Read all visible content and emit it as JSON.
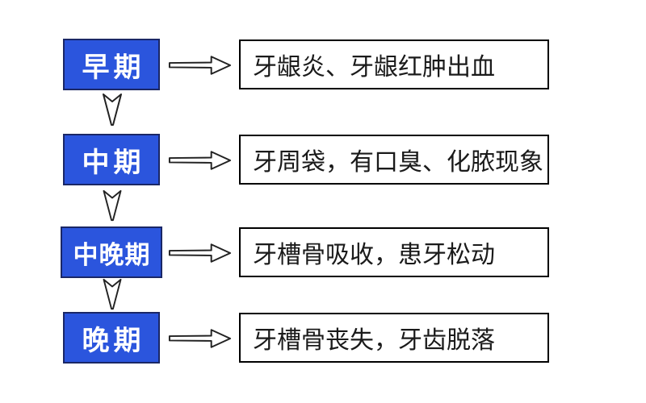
{
  "colors": {
    "background": "#ffffff",
    "stage_bg": "#2b55dd",
    "stage_border": "#1a2766",
    "stage_text": "#ffffff",
    "desc_bg": "#ffffff",
    "desc_border": "#000000",
    "desc_text": "#1a1a1a",
    "arrow_outline": "#222222",
    "arrow_fill": "#ffffff"
  },
  "icons": {
    "right_arrow": "right-arrow-icon",
    "down_arrow": "down-arrow-icon"
  },
  "flow": {
    "stages": [
      {
        "label": "早期",
        "description": "牙龈炎、牙龈红肿出血"
      },
      {
        "label": "中期",
        "description": "牙周袋，有口臭、化脓现象"
      },
      {
        "label": "中晚期",
        "description": "牙槽骨吸收，患牙松动"
      },
      {
        "label": "晚期",
        "description": "牙槽骨丧失，牙齿脱落"
      }
    ]
  }
}
